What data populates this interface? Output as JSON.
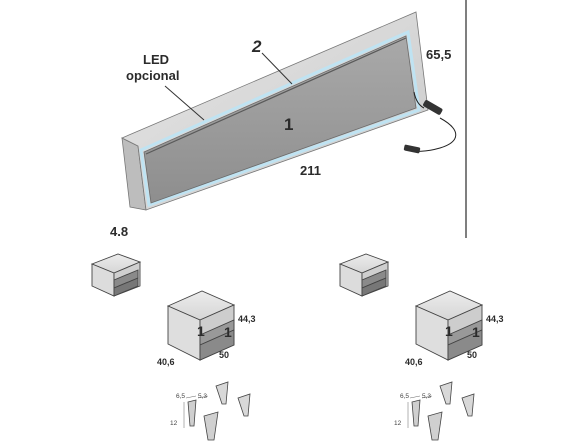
{
  "headboard": {
    "led_label_line1": "LED",
    "led_label_line2": "opcional",
    "part_number_2": "2",
    "part_number_1": "1",
    "height_label": "65,5",
    "width_label": "211",
    "depth_label": "4.8"
  },
  "nightstand_left": {
    "height_label": "44,3",
    "depth_label": "40,6",
    "width_label": "50",
    "part_a": "1",
    "part_b": "1"
  },
  "nightstand_right": {
    "height_label": "44,3",
    "depth_label": "40,6",
    "width_label": "50",
    "part_a": "1",
    "part_b": "1"
  },
  "legs_left": {
    "label_top_a": "6,5",
    "label_top_b": "5,3",
    "label_height": "12"
  },
  "legs_right": {
    "label_top_a": "6,5",
    "label_top_b": "5,3",
    "label_height": "12"
  }
}
